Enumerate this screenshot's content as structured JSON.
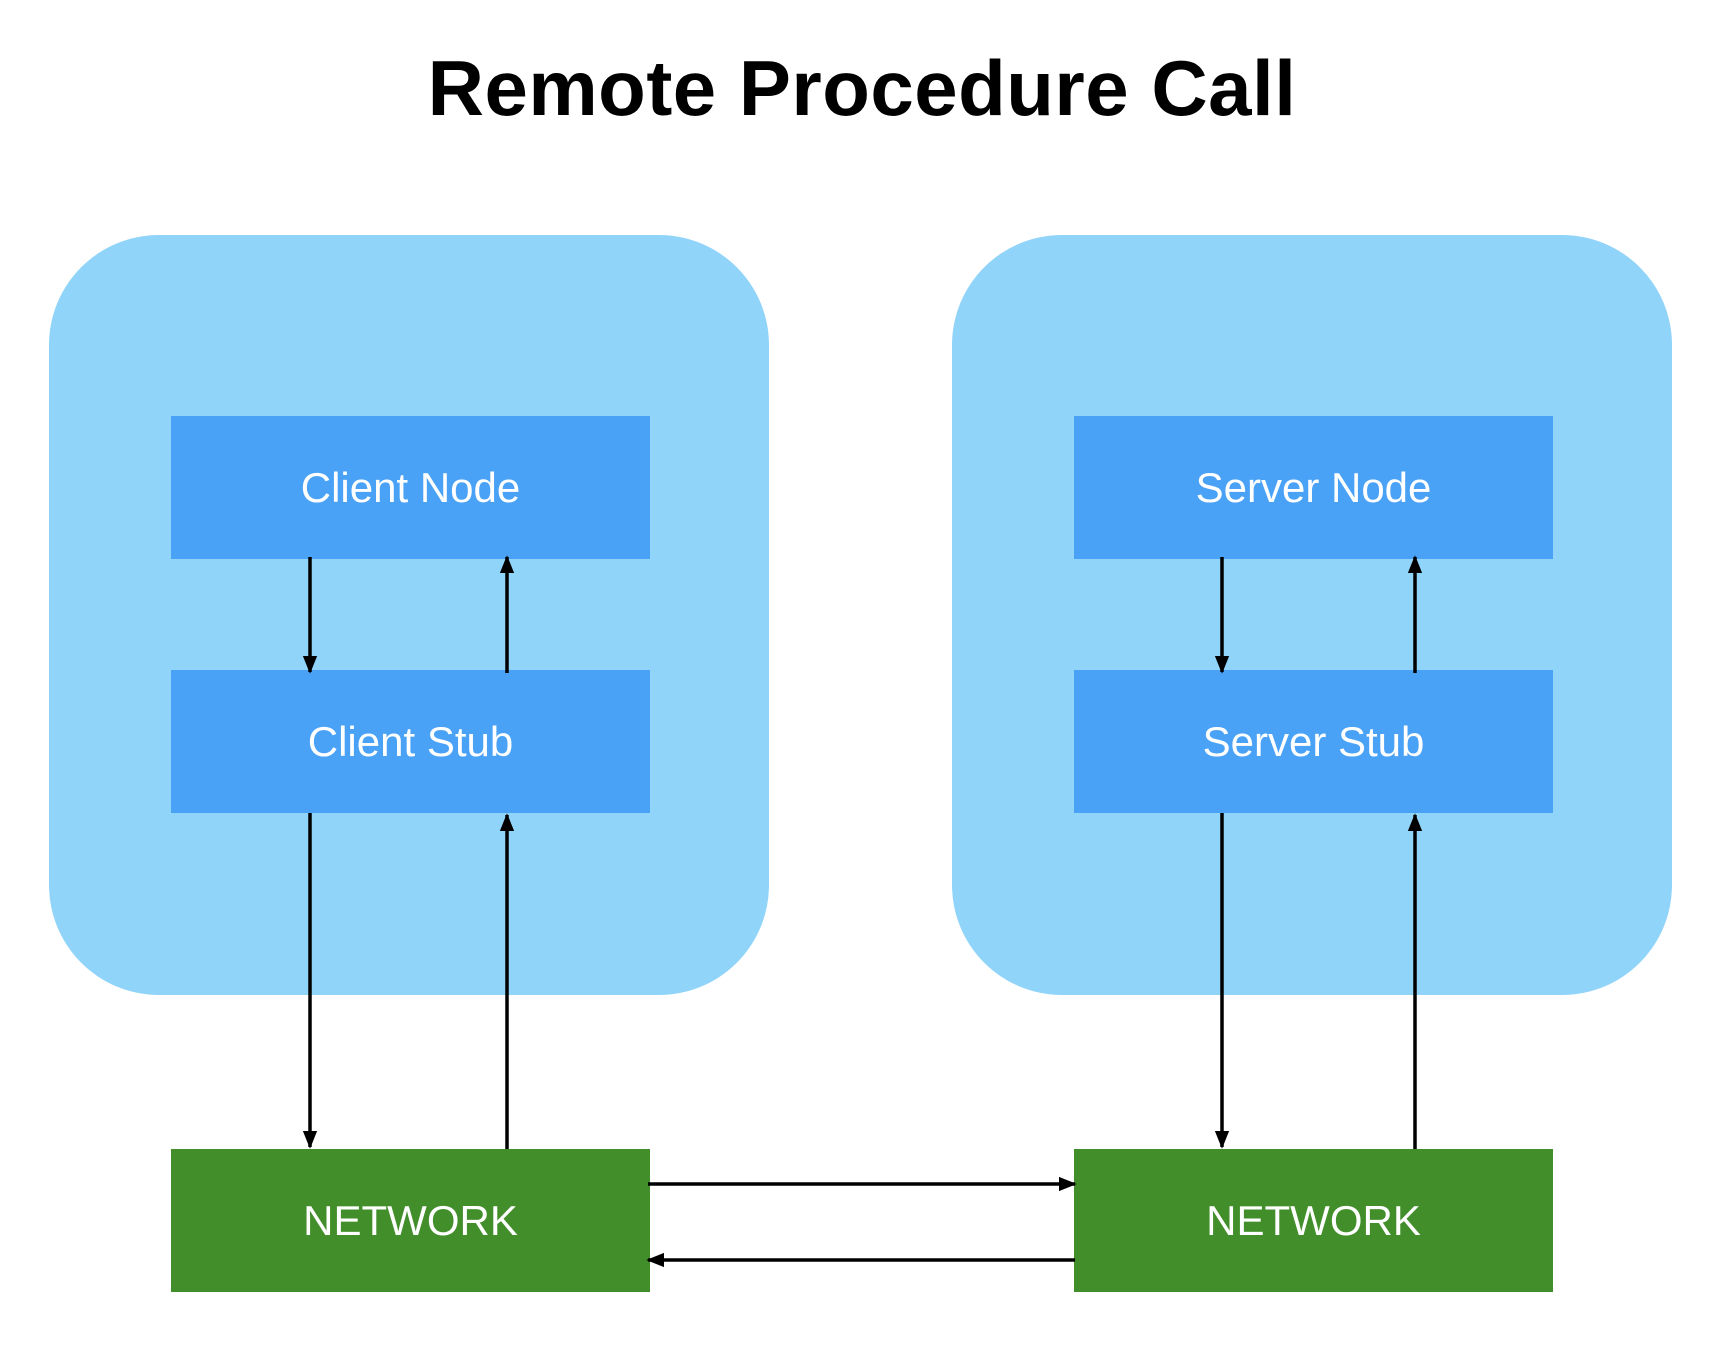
{
  "title": "Remote Procedure Call",
  "client": {
    "node_label": "Client Node",
    "stub_label": "Client Stub",
    "network_label": "NETWORK"
  },
  "server": {
    "node_label": "Server Node",
    "stub_label": "Server Stub",
    "network_label": "NETWORK"
  },
  "colors": {
    "container_fill": "#91d4fa",
    "box_fill": "#4aa2f7",
    "network_fill": "#428e2a",
    "arrow": "#000000",
    "label_text": "#ffffff"
  }
}
